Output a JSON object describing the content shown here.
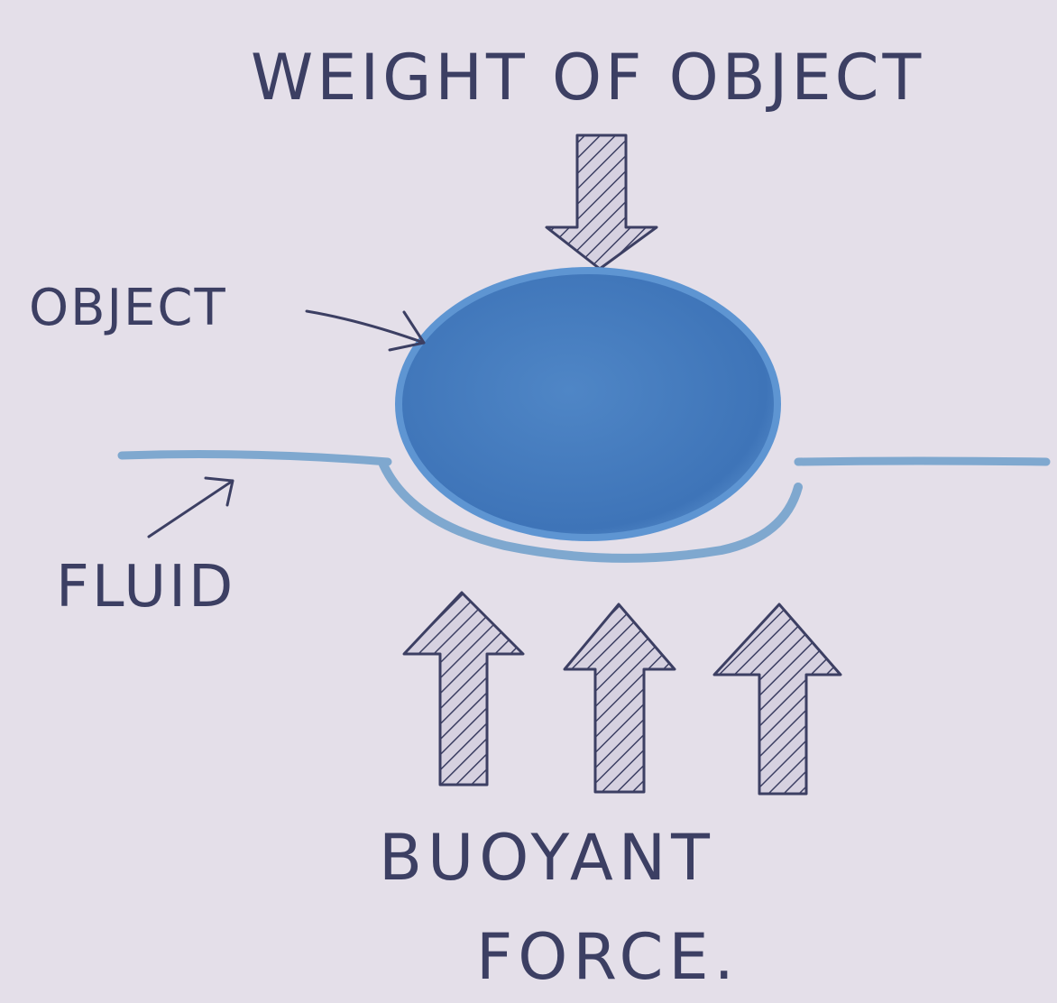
{
  "diagram": {
    "title": "WEIGHT OF OBJECT",
    "labels": {
      "object": "OBJECT",
      "fluid": "FLUID",
      "buoyant_line1": "BUOYANT",
      "buoyant_line2": "FORCE."
    },
    "colors": {
      "paper": "#e4dfe9",
      "ink": "#3c3f63",
      "object_fill": "#4f86c6",
      "fluid_line": "#7fa8cf"
    },
    "icons": {
      "weight_arrow": "down-arrow-icon",
      "buoyancy_arrows": "up-arrow-icon"
    }
  }
}
